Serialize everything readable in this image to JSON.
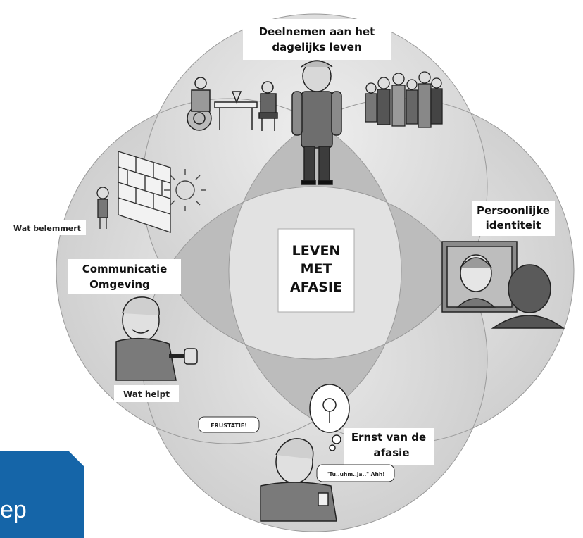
{
  "center_label": [
    "LEVEN",
    "MET",
    "AFASIE"
  ],
  "domains": {
    "top": [
      "Deelnemen aan het",
      "dagelijks leven"
    ],
    "right": [
      "Persoonlijke",
      "identiteit"
    ],
    "left": [
      "Communicatie",
      "Omgeving"
    ],
    "bottom": [
      "Ernst van de",
      "afasie"
    ]
  },
  "side_labels": {
    "barrier": "Wat belemmert",
    "help": "Wat helpt"
  },
  "speech_bubbles": {
    "frustration": "FRUSTATIE!",
    "speech": "\"Tu..uhm..ja..\" Ahh!"
  },
  "corner_tab": {
    "text": "ep",
    "color": "#1565a8"
  },
  "colors": {
    "circle_fill": "#d9d9d9",
    "overlap_fill": "#bdbdbd",
    "center_fill": "#e4e4e4"
  }
}
